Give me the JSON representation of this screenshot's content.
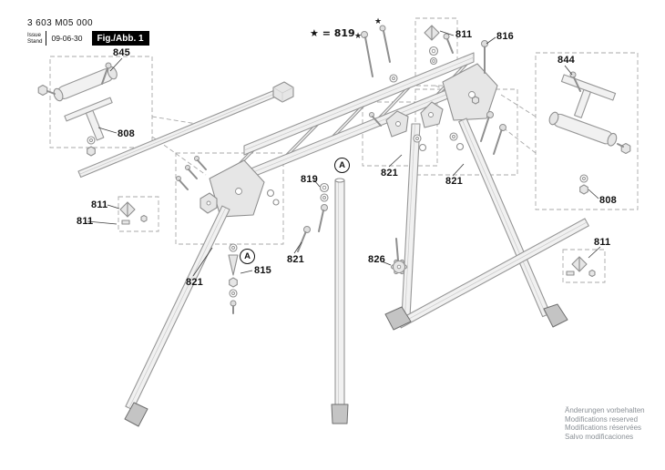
{
  "header": {
    "part_number": "3 603 M05 000",
    "issue_label": "Issue",
    "stand_label": "Stand",
    "date": "09-06-30",
    "figure_label": "Fig./Abb. 1"
  },
  "legend": {
    "star_note": "★ = 819"
  },
  "marker": {
    "letter": "A",
    "star": "★"
  },
  "labels": {
    "l845": "845",
    "l808_left": "808",
    "l811_left_a": "811",
    "l811_left_b": "811",
    "l821_left": "821",
    "l815": "815",
    "l821_center": "821",
    "l819_center": "819",
    "l821_mid": "821",
    "l826": "826",
    "l821_right": "821",
    "l811_top": "811",
    "l816": "816",
    "l844": "844",
    "l808_right": "808",
    "l811_right": "811"
  },
  "footer": {
    "line1": "Änderungen vorbehalten",
    "line2": "Modifications reserved",
    "line3": "Modifications réservées",
    "line4": "Salvo modificaciones"
  }
}
